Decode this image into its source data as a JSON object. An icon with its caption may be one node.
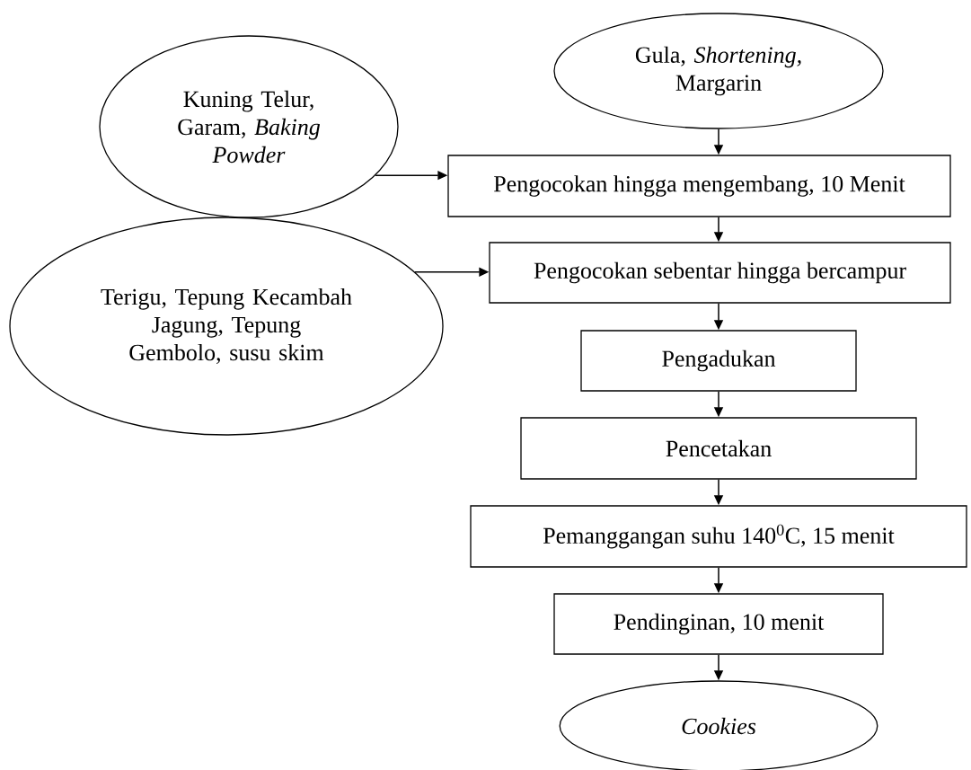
{
  "diagram": {
    "nodes": [
      {
        "text": [
          "Gula, *Shortening,* Margarin"
        ]
      },
      {
        "text": [
          "Kuning Telur, Garam, *Baking Powder*"
        ]
      },
      {
        "text": [
          "Pengocokan hingga mengembang, 10 Menit"
        ]
      },
      {
        "text": [
          "Terigu, Tepung Kecambah Jagung, Tepung Gembolo, susu skim"
        ]
      },
      {
        "text": [
          "Pengocokan sebentar hingga bercampur"
        ]
      },
      {
        "text": [
          "Pengadukan"
        ]
      },
      {
        "text": [
          "Pencetakan"
        ]
      },
      {
        "text": [
          "Pemanggangan suhu 140$^{0}$C, 15 menit"
        ]
      },
      {
        "text": [
          "Pendinginan, 10 menit"
        ]
      },
      {
        "text": [
          "Cookies"
        ]
      }
    ],
    "edges": [
      {
        "from": 0,
        "to": 2,
        "arrow": "to"
      },
      {
        "from": 1,
        "to": 2,
        "arrow": "to"
      },
      {
        "from": 2,
        "to": 4,
        "arrow": "to"
      },
      {
        "from": 3,
        "to": 4,
        "arrow": "to"
      },
      {
        "from": 4,
        "to": 5,
        "arrow": "to"
      },
      {
        "from": 5,
        "to": 6,
        "arrow": "to"
      },
      {
        "from": 6,
        "to": 7,
        "arrow": "to"
      },
      {
        "from": 7,
        "to": 8,
        "arrow": "to"
      },
      {
        "from": 8,
        "to": 9,
        "arrow": "to"
      }
    ]
  }
}
